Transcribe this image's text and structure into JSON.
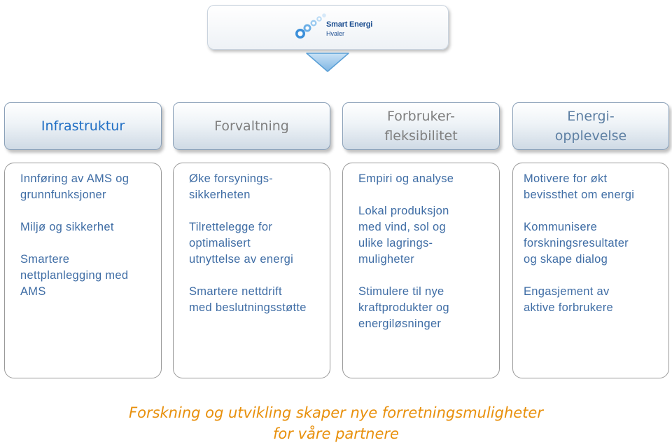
{
  "header": {
    "logo_line1": "Smart Energi",
    "logo_line2": "Hvaler"
  },
  "columns": [
    {
      "title_lines": [
        "Infrastruktur"
      ],
      "items": [
        "Innføring av AMS og\ngrunnfunksjoner",
        "Miljø og sikkerhet",
        "Smartere\nnettplanlegging med\nAMS"
      ]
    },
    {
      "title_lines": [
        "Forvaltning"
      ],
      "items": [
        "Øke forsynings-\nsikkerheten",
        "Tilrettelegge for\noptimalisert\nutnyttelse av energi",
        "Smartere nettdrift\nmed beslutningsstøtte"
      ]
    },
    {
      "title_lines": [
        "Forbruker-",
        "fleksibilitet"
      ],
      "items": [
        "Empiri og analyse",
        "Lokal produksjon\nmed vind, sol og\nulike lagrings-\nmuligheter",
        "Stimulere til nye\nkraftprodukter og\nenergiløsninger"
      ]
    },
    {
      "title_lines": [
        "Energi-",
        "opplevelse"
      ],
      "items": [
        "Motivere for økt\nbevissthet om energi",
        "Kommunisere\nforskningsresultater\nog skape dialog",
        "Engasjement av\naktive forbrukere"
      ]
    }
  ],
  "footer": {
    "line1": "Forskning og utvikling skaper nye forretningsmuligheter",
    "line2": "for våre partnere"
  },
  "colors": {
    "heading_blue": "#1f6ec4",
    "heading_grey": "#7f7f7f",
    "body_text": "#3f6da5",
    "footer_orange": "#e8900c",
    "arrow_fill": "#8fbfe6"
  },
  "icons": {
    "logo": "bubble-chain-logo-icon",
    "arrow": "down-arrow-icon"
  }
}
